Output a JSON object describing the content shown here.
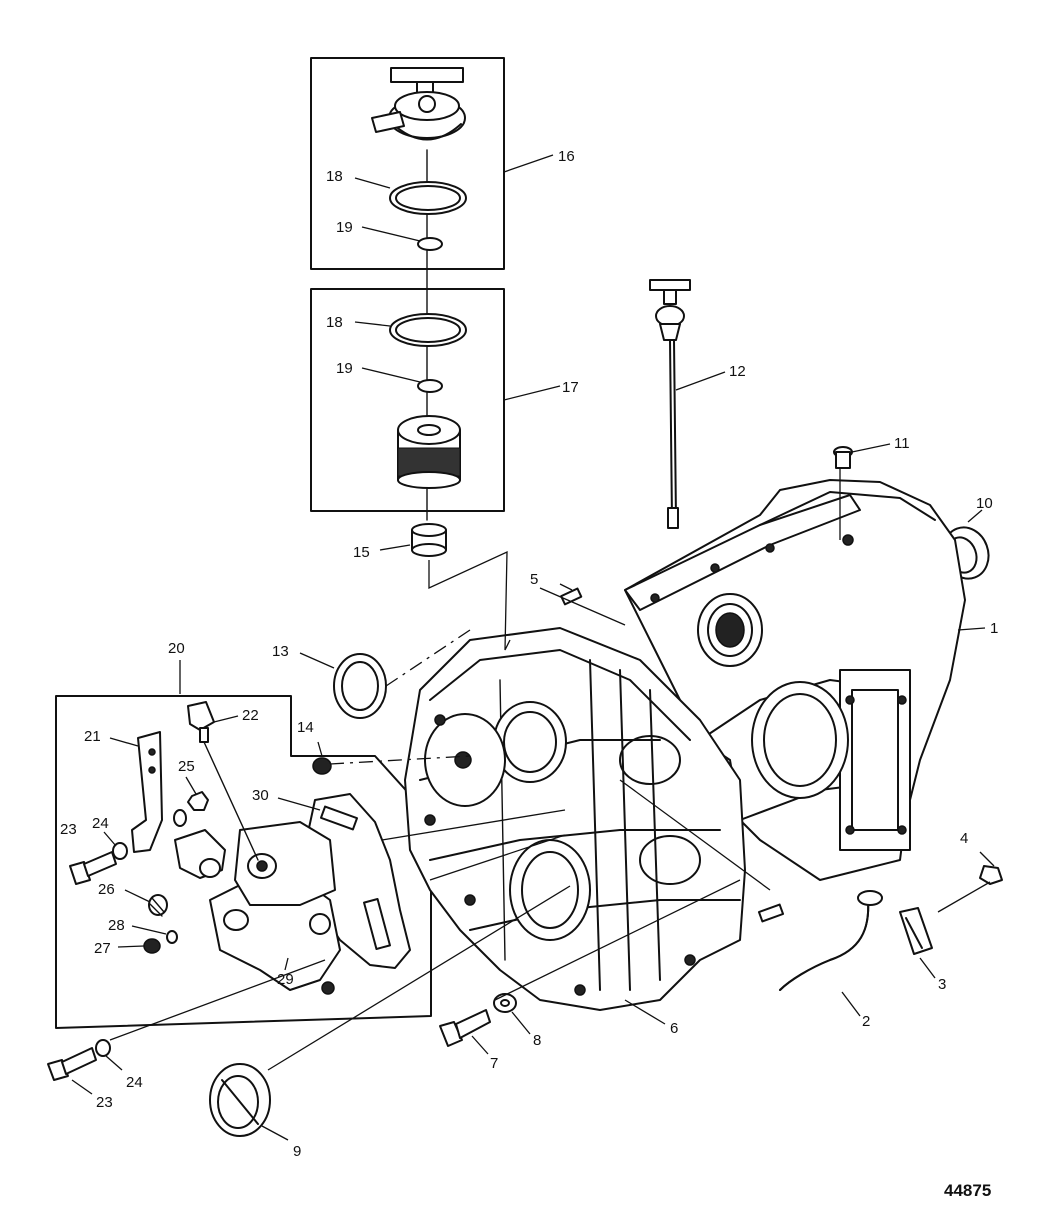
{
  "figure_number": "44875",
  "callouts": {
    "c1": "1",
    "c2": "2",
    "c3": "3",
    "c4": "4",
    "c5": "5",
    "c6": "6",
    "c7": "7",
    "c8": "8",
    "c9": "9",
    "c10": "10",
    "c11": "11",
    "c12": "12",
    "c13": "13",
    "c14": "14",
    "c15": "15",
    "c16": "16",
    "c17": "17",
    "c18a": "18",
    "c18b": "18",
    "c19a": "19",
    "c19b": "19",
    "c20": "20",
    "c21": "21",
    "c22": "22",
    "c23a": "23",
    "c23b": "23",
    "c24a": "24",
    "c24b": "24",
    "c25": "25",
    "c26": "26",
    "c27": "27",
    "c28": "28",
    "c29": "29",
    "c30": "30"
  }
}
